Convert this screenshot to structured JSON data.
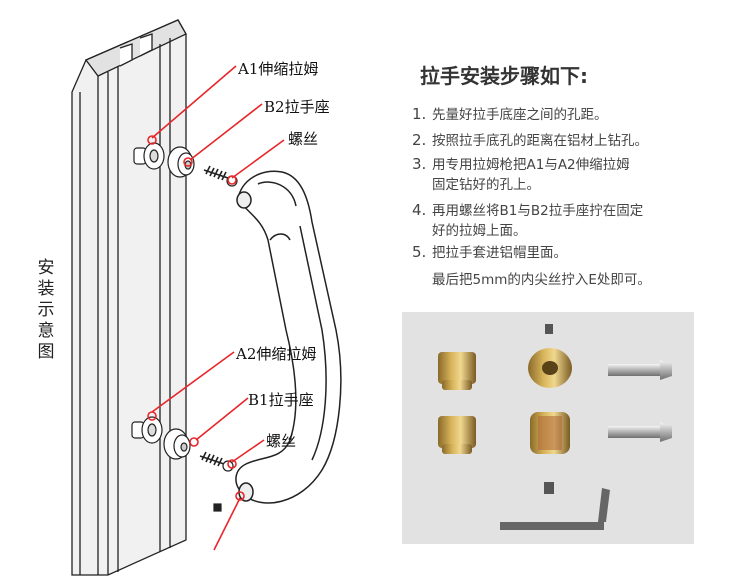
{
  "diagram": {
    "vertical_label": "安装示意图",
    "callouts": {
      "a1": "A1伸缩拉姆",
      "b2": "B2拉手座",
      "screw_top": "螺丝",
      "a2": "A2伸缩拉姆",
      "b1": "B1拉手座",
      "screw_bottom": "螺丝"
    }
  },
  "instructions": {
    "title": "拉手安装步骤如下:",
    "steps": [
      {
        "num": "1.",
        "line1": "先量好拉手底座之间的孔距。",
        "line2": ""
      },
      {
        "num": "2.",
        "line1": "按照拉手底孔的距离在铝材上钻孔。",
        "line2": ""
      },
      {
        "num": "3.",
        "line1": "用专用拉姆枪把A1与A2伸缩拉姆",
        "line2": "固定钻好的孔上。"
      },
      {
        "num": "4.",
        "line1": "再用螺丝将B1与B2拉手座拧在固定",
        "line2": "好的拉姆上面。"
      },
      {
        "num": "5.",
        "line1": "把拉手套进铝帽里面。",
        "line2": ""
      }
    ],
    "note": "最后把5mm的内尖丝拧入E处即可。"
  },
  "colors": {
    "callout_line": "#e8262a",
    "profile": "#e9e9e9",
    "photo_bg": "#e2e2e2",
    "brass": "#c9a24a"
  }
}
